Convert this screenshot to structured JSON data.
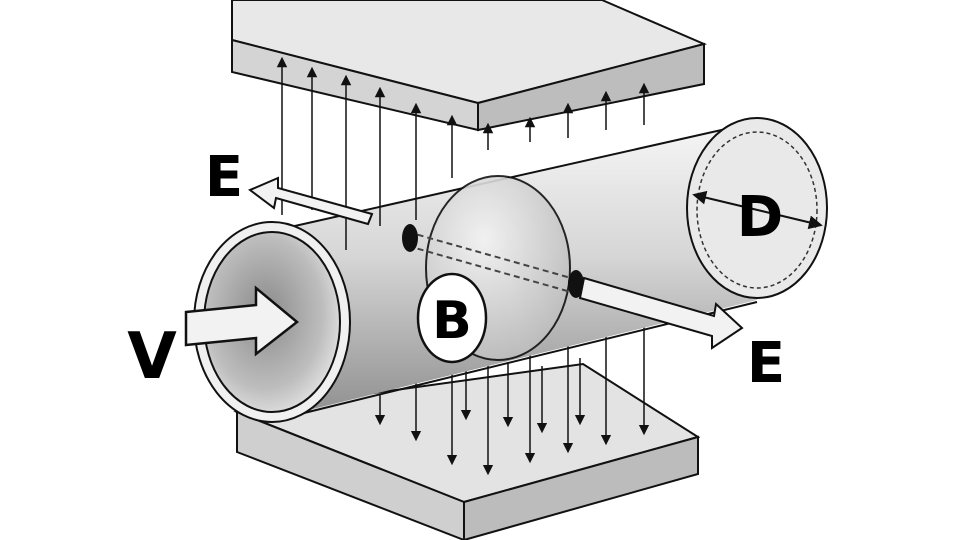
{
  "labels": {
    "velocity": "V",
    "magnetic_field": "B",
    "diameter": "D",
    "electrode_left": "E",
    "electrode_right": "E"
  },
  "colors": {
    "plate_top": "#e8e8e8",
    "plate_front": "#d2d2d2",
    "plate_side": "#bdbdbd",
    "pipe_light": "#f4f4f4",
    "pipe_dark": "#8c8c8c",
    "outline": "#111111",
    "flow_arrow_fill": "#f2f2f2"
  }
}
